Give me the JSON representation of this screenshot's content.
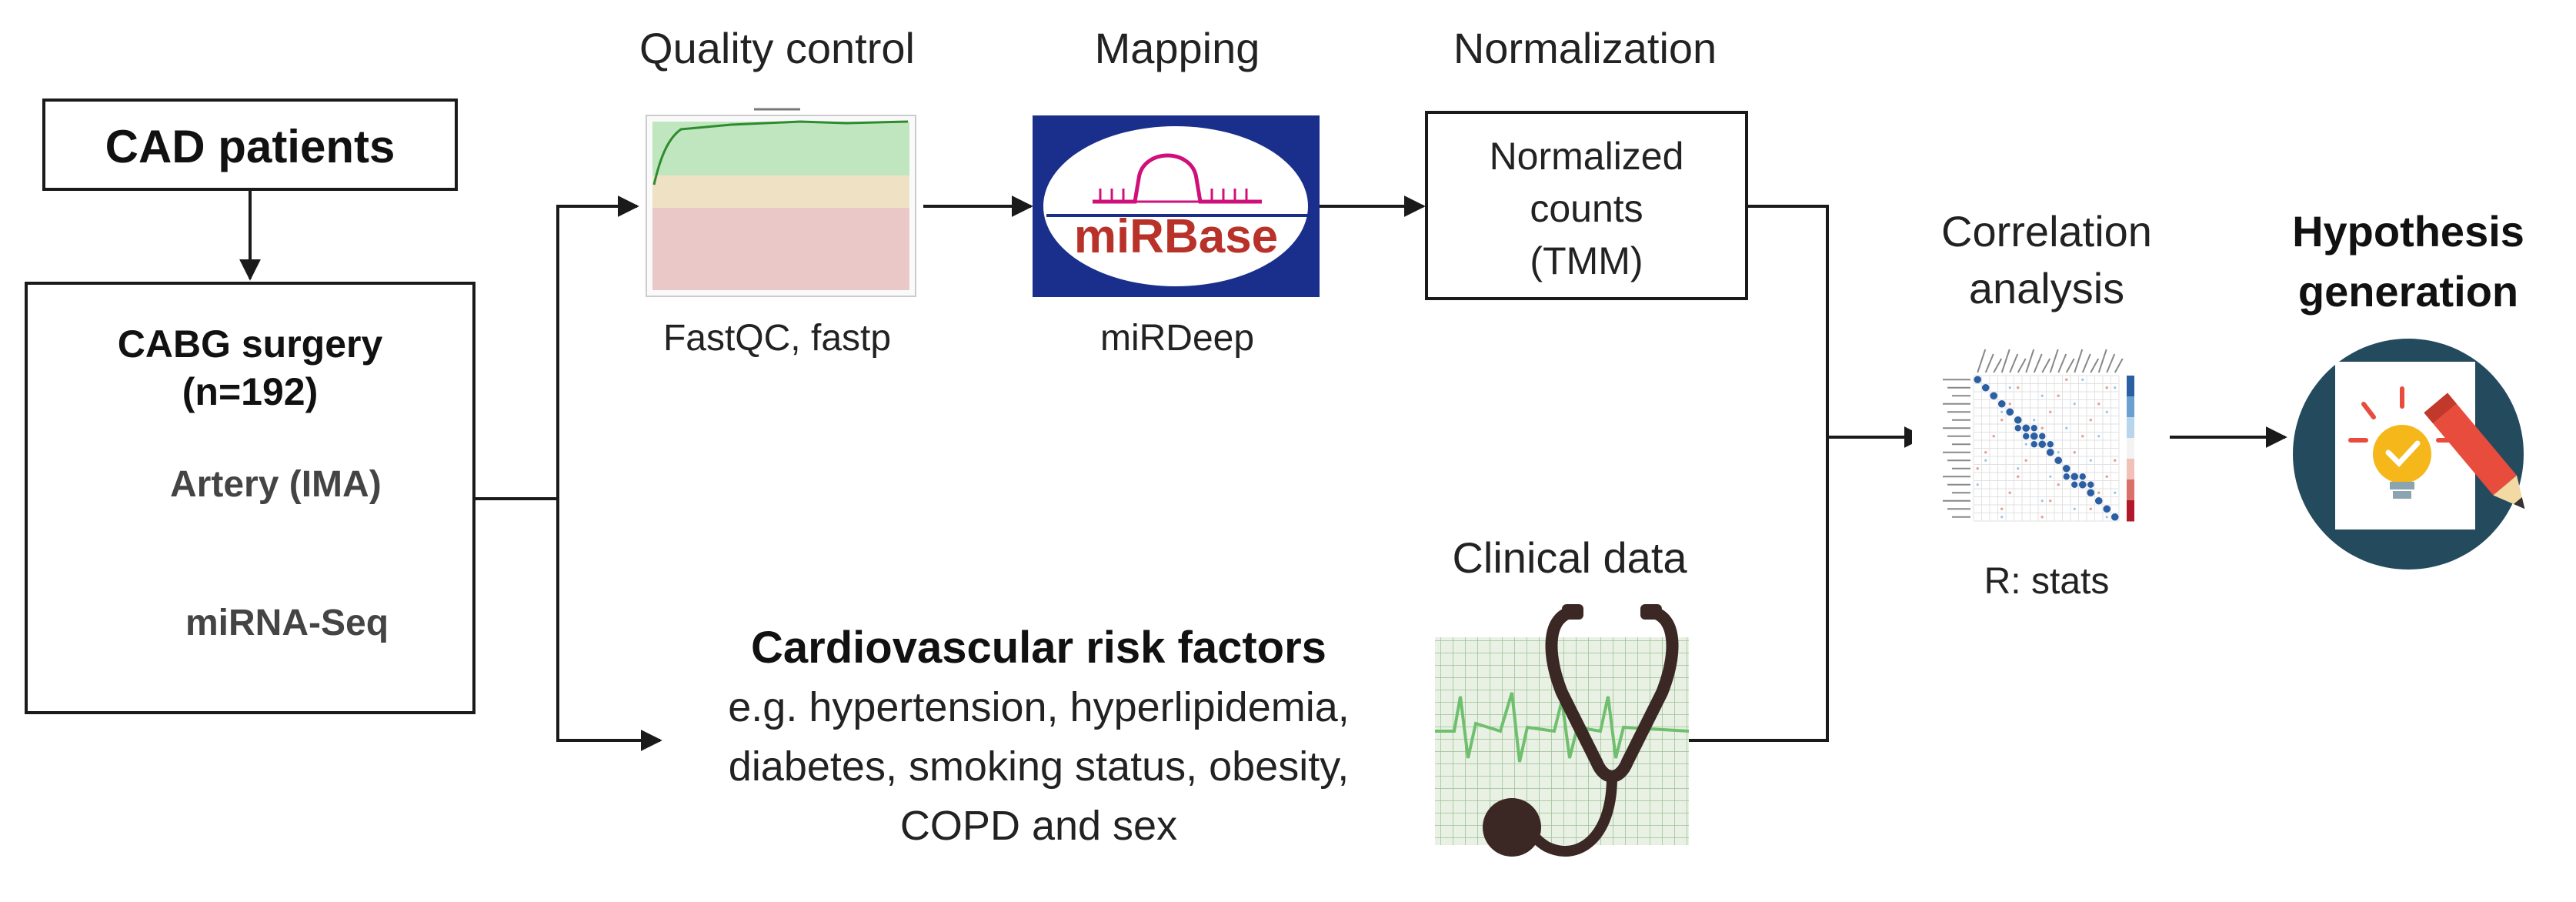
{
  "stages": {
    "quality_control": "Quality control",
    "mapping": "Mapping",
    "normalization": "Normalization",
    "correlation_line1": "Correlation",
    "correlation_line2": "analysis",
    "hypothesis_line1": "Hypothesis",
    "hypothesis_line2": "generation",
    "clinical_data": "Clinical data"
  },
  "cohort": {
    "title": "CAD patients",
    "surgery_line1": "CABG surgery",
    "surgery_line2": "(n=192)",
    "artery": "Artery (IMA)",
    "mirna": "miRNA-Seq"
  },
  "tools": {
    "qc": "FastQC, fastp",
    "mapping": "miRDeep",
    "mirbase_logo": "miRBase",
    "norm_line1": "Normalized",
    "norm_line2": "counts",
    "norm_line3": "(TMM)",
    "stats": "R: stats"
  },
  "risk": {
    "title": "Cardiovascular risk factors",
    "line1": "e.g. hypertension, hyperlipidemia,",
    "line2": "diabetes, smoking status, obesity,",
    "line3": "COPD and sex"
  },
  "colors": {
    "qc_green": "#bfe6bf",
    "qc_yellow": "#efe2c4",
    "qc_red": "#ebc8c8",
    "mirbase_bg": "#1a2f8c",
    "mirbase_text": "#b8322a",
    "mirbase_arc": "#d0107a",
    "hypothesis_circle": "#244a5e",
    "bulb": "#f5b719",
    "stethoscope": "#3b2824",
    "ecg_grid": "#cfe0c8"
  },
  "icons": [
    "artery-icon",
    "dna-search-icon",
    "stethoscope-icon",
    "lightbulb-icon",
    "pencil-icon",
    "correlation-matrix-icon",
    "qc-plot-icon",
    "mirbase-logo-icon"
  ]
}
